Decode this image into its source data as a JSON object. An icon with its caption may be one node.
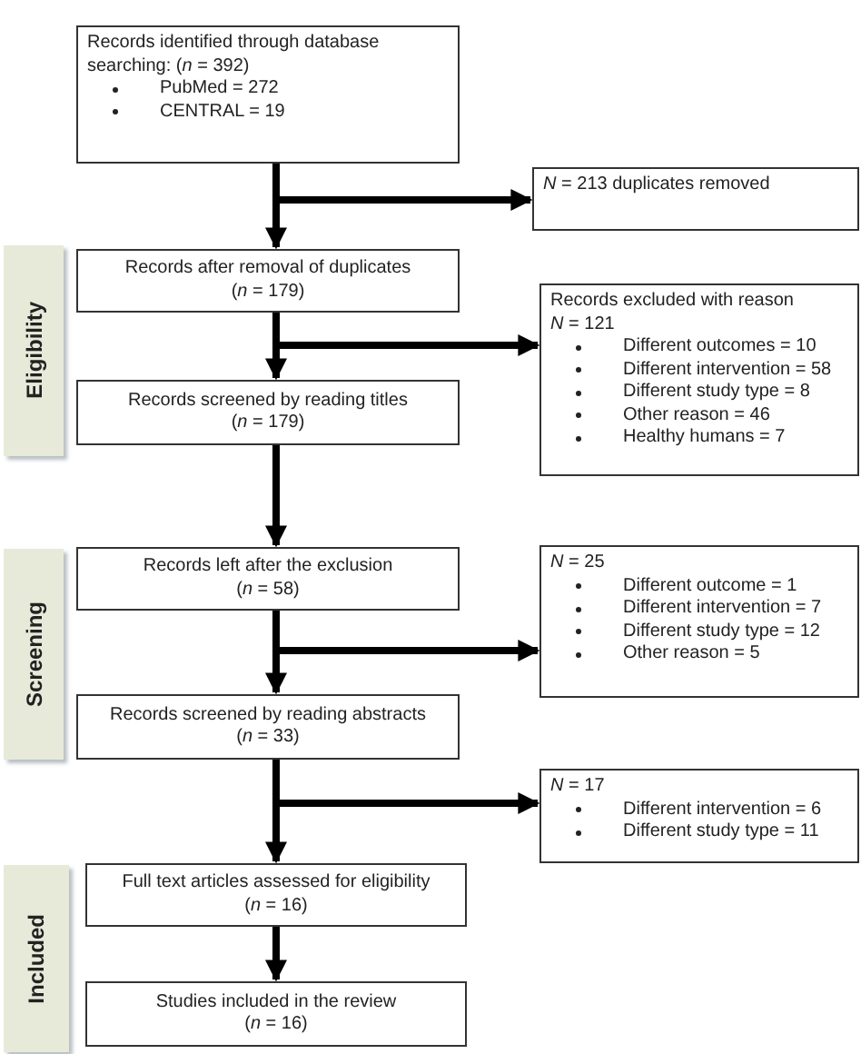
{
  "diagram": {
    "nodes": [
      {
        "text": [
          "Records identified through database searching: (*n* = 392)",
          "PubMed = 272",
          "CENTRAL = 19"
        ]
      },
      {
        "text": [
          "*N* = 213 duplicates removed"
        ]
      },
      {
        "text": [
          "Eligibility"
        ]
      },
      {
        "text": [
          "Records after removal of duplicates",
          "(*n* = 179)"
        ]
      },
      {
        "text": [
          "Records screened by reading titles",
          "(*n* = 179)"
        ]
      },
      {
        "text": [
          "Records excluded with reason",
          "*N* = 121",
          "Different outcomes = 10",
          "Different intervention = 58",
          "Different study type = 8",
          "Other reason = 46",
          "Healthy humans = 7"
        ]
      },
      {
        "text": [
          "Screening"
        ]
      },
      {
        "text": [
          "Records left after the exclusion",
          "(*n* = 58)"
        ]
      },
      {
        "text": [
          "*N* = 25",
          "Different outcome = 1",
          "Different intervention = 7",
          "Different study type = 12",
          "Other reason = 5"
        ]
      },
      {
        "text": [
          "Records screened by reading abstracts",
          "(*n* = 33)"
        ]
      },
      {
        "text": [
          "*N* = 17",
          "Different intervention = 6",
          "Different study type = 11"
        ]
      },
      {
        "text": [
          "Included"
        ]
      },
      {
        "text": [
          "Full text articles assessed for eligibility",
          "(*n* = 16)"
        ]
      },
      {
        "text": [
          "Studies included in the review",
          "(*n* = 16)"
        ]
      }
    ],
    "edges": [
      {
        "from": 0,
        "to": 3,
        "arrow": "to"
      },
      {
        "from": 0,
        "to": 1,
        "arrow": "to"
      },
      {
        "from": 3,
        "to": 4,
        "arrow": "to"
      },
      {
        "from": 3,
        "to": 5,
        "arrow": "to"
      },
      {
        "from": 4,
        "to": 7,
        "arrow": "to"
      },
      {
        "from": 7,
        "to": 9,
        "arrow": "to"
      },
      {
        "from": 7,
        "to": 8,
        "arrow": "to"
      },
      {
        "from": 9,
        "to": 12,
        "arrow": "to"
      },
      {
        "from": 9,
        "to": 10,
        "arrow": "to"
      },
      {
        "from": 12,
        "to": 13,
        "arrow": "to"
      }
    ]
  }
}
